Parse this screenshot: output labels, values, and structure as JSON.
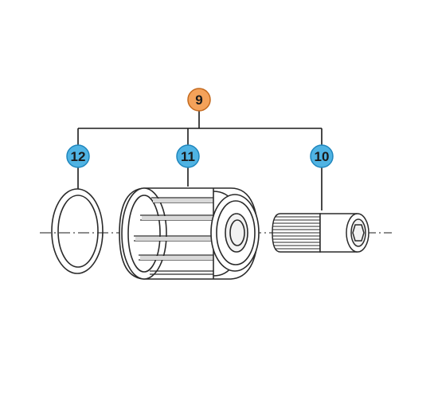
{
  "callouts": {
    "assembly": {
      "label": "9",
      "color": "#f4a25a",
      "stroke": "#c46a1f"
    },
    "spacer": {
      "label": "12",
      "color": "#4fb3e3",
      "stroke": "#1f86bd"
    },
    "freehub_body": {
      "label": "11",
      "color": "#4fb3e3",
      "stroke": "#1f86bd"
    },
    "freehub_bolt": {
      "label": "10",
      "color": "#4fb3e3",
      "stroke": "#1f86bd"
    }
  },
  "colors": {
    "line": "#1a1a1a",
    "part_stroke": "#2a2a2a",
    "part_fill": "#ffffff",
    "shade": "#d9d9d9"
  },
  "icons": {
    "spacer": "spacer-ring-icon",
    "freehub_body": "freehub-body-icon",
    "freehub_bolt": "freehub-bolt-icon"
  }
}
